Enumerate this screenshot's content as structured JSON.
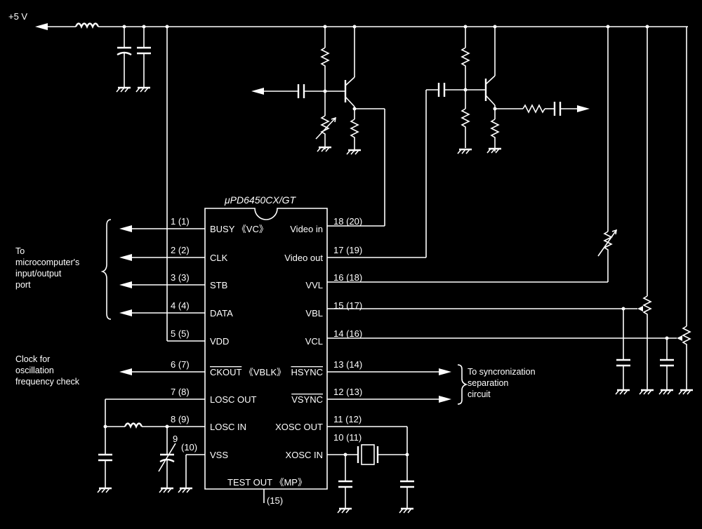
{
  "supply_label": "+5 V",
  "chip": {
    "title": "μPD6450CX/GT",
    "left_pins": [
      {
        "num": "1 (1)",
        "name": "BUSY",
        "extra": "《VC》"
      },
      {
        "num": "2 (2)",
        "name": "CLK",
        "extra": ""
      },
      {
        "num": "3 (3)",
        "name": "STB",
        "extra": ""
      },
      {
        "num": "4 (4)",
        "name": "DATA",
        "extra": ""
      },
      {
        "num": "5 (5)",
        "name": "VDD",
        "extra": ""
      },
      {
        "num": "6 (7)",
        "name": "CKOUT",
        "extra": "《VBLK》"
      },
      {
        "num": "7 (8)",
        "name": "LOSC OUT",
        "extra": ""
      },
      {
        "num": "8 (9)",
        "name": "LOSC IN",
        "extra": ""
      },
      {
        "num": "(10)",
        "name": "VSS",
        "extra": ""
      }
    ],
    "right_pins": [
      {
        "num": "18 (20)",
        "name": "Video in"
      },
      {
        "num": "17 (19)",
        "name": "Video out"
      },
      {
        "num": "16 (18)",
        "name": "VVL"
      },
      {
        "num": "15 (17)",
        "name": "VBL"
      },
      {
        "num": "14 (16)",
        "name": "VCL"
      },
      {
        "num": "13 (14)",
        "name": "HSYNC"
      },
      {
        "num": "12 (13)",
        "name": "VSYNC"
      },
      {
        "num": "11 (12)",
        "name": "XOSC OUT"
      },
      {
        "num": "10 (11)",
        "name": "XOSC IN"
      }
    ],
    "bottom_pin": {
      "name": "TEST OUT",
      "extra": "《MP》",
      "num": "(15)"
    },
    "pin9_label": "9"
  },
  "annotations": {
    "micro_port": [
      "To",
      "microcomputer's",
      "input/output",
      "port"
    ],
    "clock_check": [
      "Clock for",
      "oscillation",
      "frequency check"
    ],
    "sync_sep": [
      "To syncronization",
      "separation",
      "circuit"
    ]
  }
}
